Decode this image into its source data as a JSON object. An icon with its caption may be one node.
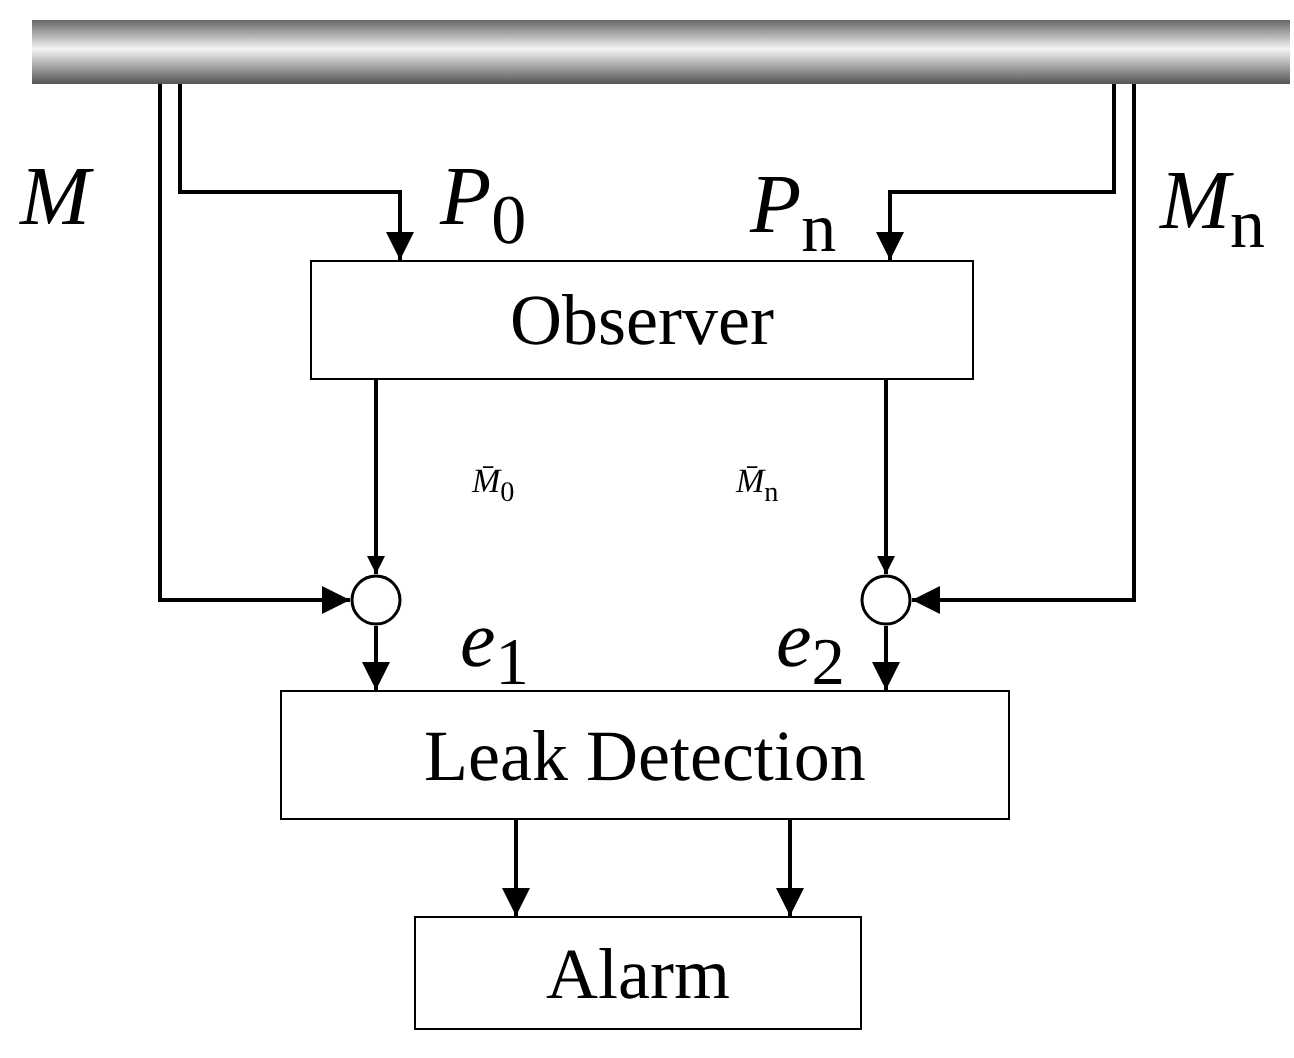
{
  "diagram": {
    "nodes": [
      {
        "text": [],
        "shape": "bar"
      },
      {
        "text": [
          "Observer"
        ]
      },
      {
        "text": [],
        "shape": "circle"
      },
      {
        "text": [],
        "shape": "circle"
      },
      {
        "text": [
          "Leak Detection"
        ]
      },
      {
        "text": [
          "Alarm"
        ]
      }
    ],
    "edges": [
      {
        "from": 0,
        "to": 2,
        "arrow": "to",
        "label": "*M*"
      },
      {
        "from": 0,
        "to": 1,
        "arrow": "to",
        "label": "*P*$_{0}$"
      },
      {
        "from": 0,
        "to": 1,
        "arrow": "to",
        "label": "*P*$_{n}$"
      },
      {
        "from": 0,
        "to": 3,
        "arrow": "to",
        "label": "*M*$_{n}$"
      },
      {
        "from": 1,
        "to": 2,
        "arrow": "to",
        "label": "*M̄*$_{0}$"
      },
      {
        "from": 1,
        "to": 3,
        "arrow": "to",
        "label": "*M̄*$_{n}$"
      },
      {
        "from": 2,
        "to": 4,
        "arrow": "to",
        "label": "*e*$_{1}$"
      },
      {
        "from": 3,
        "to": 4,
        "arrow": "to",
        "label": "*e*$_{2}$"
      },
      {
        "from": 4,
        "to": 5,
        "arrow": "to"
      },
      {
        "from": 4,
        "to": 5,
        "arrow": "to"
      }
    ]
  }
}
